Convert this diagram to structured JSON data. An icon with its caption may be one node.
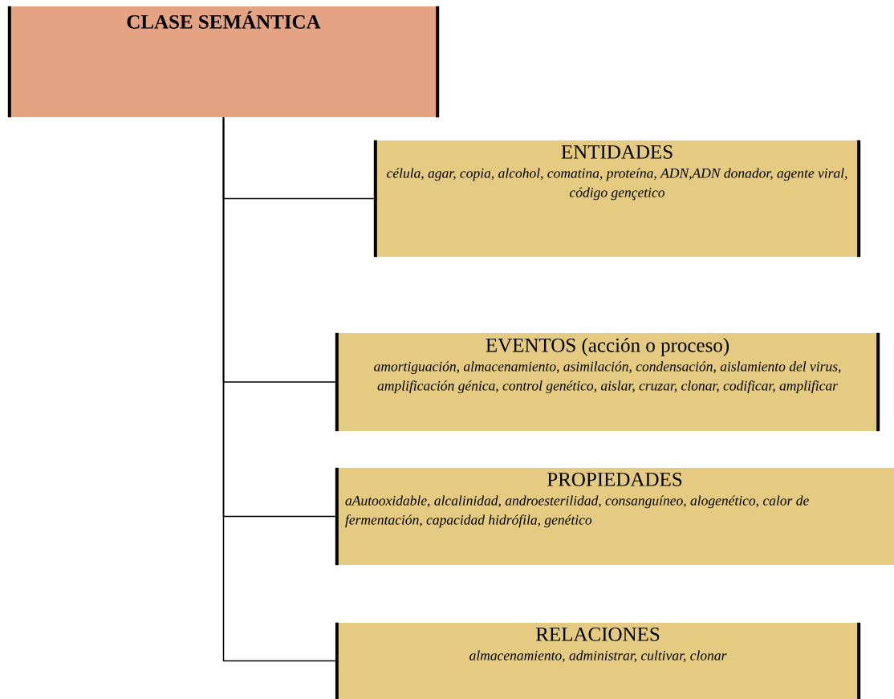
{
  "diagram": {
    "nodes": [
      {
        "text": [
          "CLASE SEMÁNTICA"
        ]
      },
      {
        "text": [
          "ENTIDADES",
          "célula, agar, copia, alcohol, comatina, proteína, ADN,ADN donador, agente viral, código gençetico"
        ]
      },
      {
        "text": [
          "EVENTOS (acción o proceso)",
          "amortiguación, almacenamiento, asimilación, condensación, aislamiento del virus, amplificación génica, control genético, aislar, cruzar, clonar, codificar, amplificar"
        ]
      },
      {
        "text": [
          "PROPIEDADES",
          "aAutooxidable, alcalinidad, androesterilidad, consanguíneo, alogenético, calor de fermentación, capacidad hidrófila, genético"
        ]
      },
      {
        "text": [
          "RELACIONES",
          "almacenamiento, administrar, cultivar, clonar"
        ]
      }
    ],
    "edges": [
      {
        "from": 0,
        "to": 1,
        "arrow": "none"
      },
      {
        "from": 0,
        "to": 2,
        "arrow": "none"
      },
      {
        "from": 0,
        "to": 3,
        "arrow": "none"
      },
      {
        "from": 0,
        "to": 4,
        "arrow": "none"
      }
    ]
  }
}
